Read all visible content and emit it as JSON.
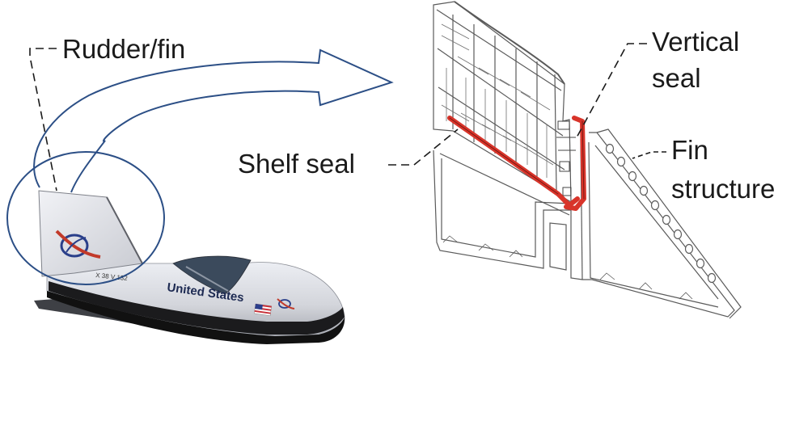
{
  "labels": {
    "rudder_fin": "Rudder/fin",
    "vertical_seal_line1": "Vertical",
    "vertical_seal_line2": "seal",
    "shelf_seal": "Shelf seal",
    "fin_structure_line1": "Fin",
    "fin_structure_line2": "structure"
  },
  "vehicle": {
    "hull_text": "United States",
    "tail_number": "X 38 V 132"
  },
  "icons": {
    "flag": "us-flag-icon",
    "logo": "nasa-logo-icon"
  },
  "colors": {
    "arrow_outline": "#2c4f86",
    "seal_highlight": "#d8342a",
    "line_art": "#5a5a5a",
    "text": "#1a1a1a",
    "vehicle_body": "#dcdde2",
    "vehicle_belly": "#111111"
  }
}
